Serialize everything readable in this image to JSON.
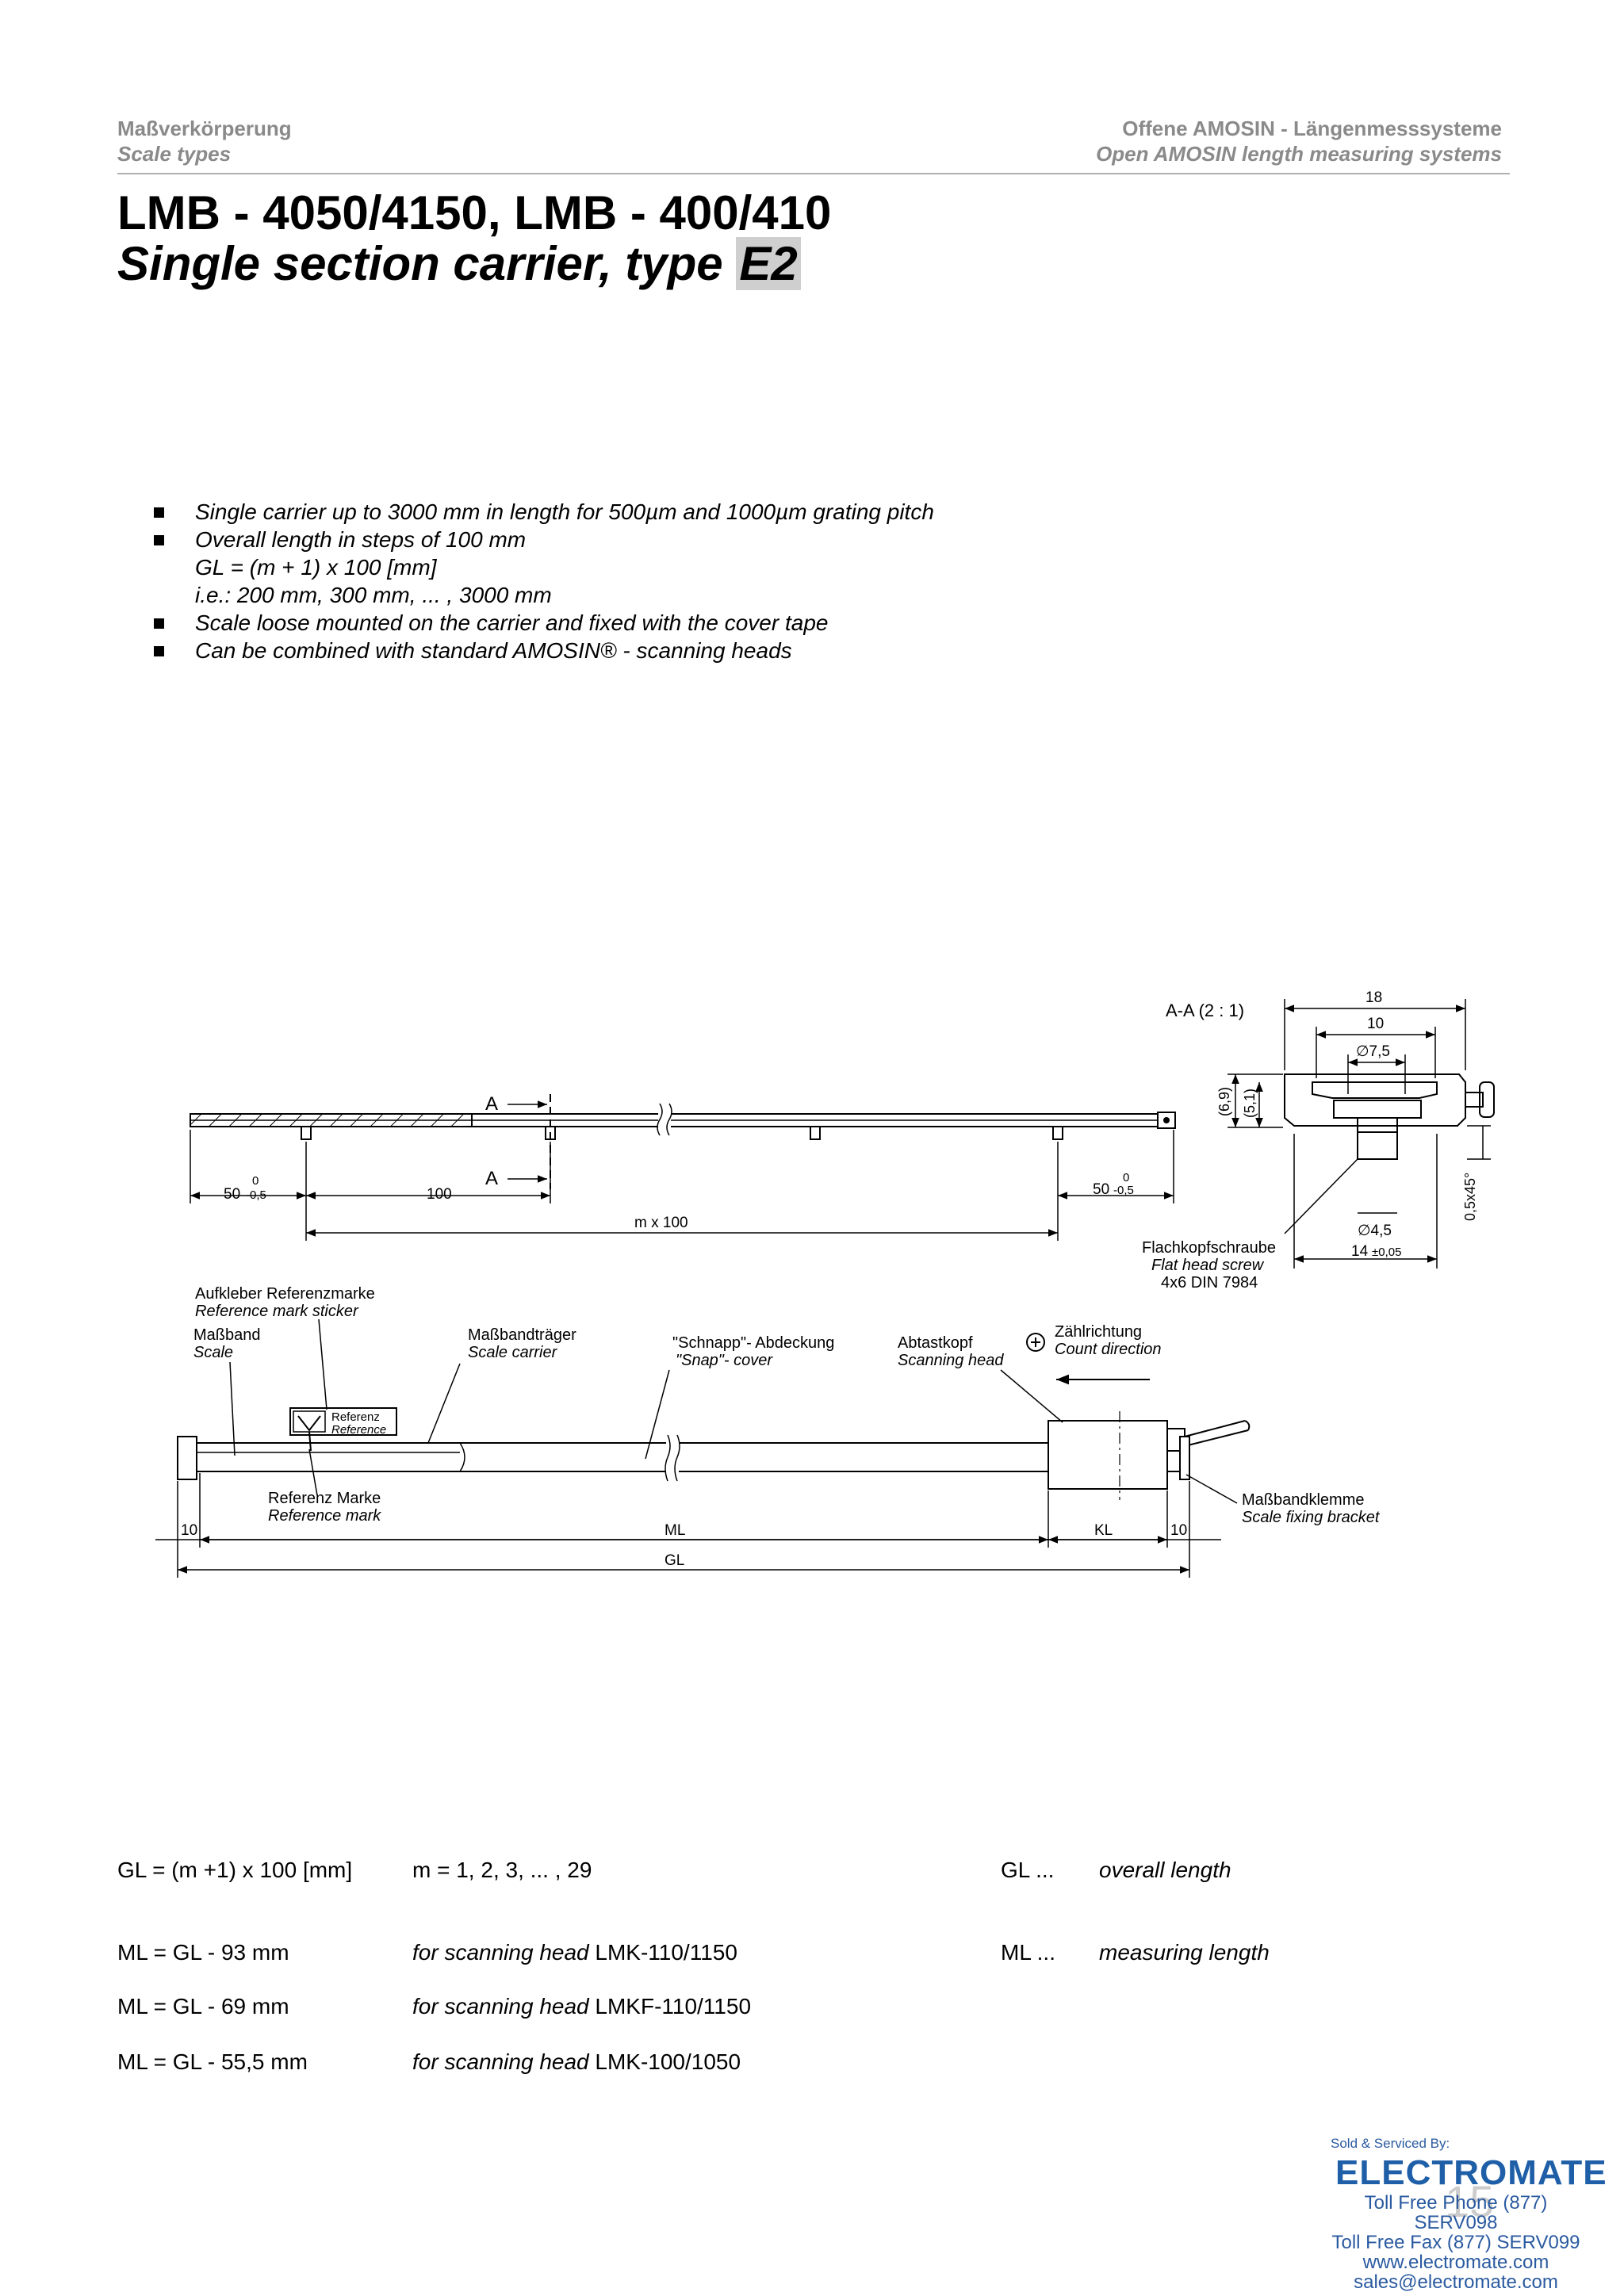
{
  "header": {
    "left_de": "Maßverkörperung",
    "left_en": "Scale types",
    "right_de": "Offene AMOSIN - Längenmesssysteme",
    "right_en": "Open AMOSIN length measuring systems"
  },
  "title": {
    "line1": "LMB - 4050/4150, LMB - 400/410",
    "line2_prefix": "Single section carrier, type ",
    "line2_type": "E2"
  },
  "bullets": [
    "Single carrier up to 3000 mm in length for 500µm and 1000µm grating pitch",
    "Overall length in steps of 100 mm",
    "GL = (m + 1) x 100 [mm]",
    "i.e.: 200 mm, 300 mm, ... , 3000 mm",
    "Scale loose mounted on the carrier and fixed with the cover tape",
    "Can be combined with standard AMOSIN® - scanning heads"
  ],
  "drawing": {
    "section_label": "A-A  (2 : 1)",
    "section_mark": "A",
    "dim_18": "18",
    "dim_10": "10",
    "dim_d75": "∅7,5",
    "dim_69": "(6,9)",
    "dim_51": "(5,1)",
    "dim_chamfer": "0,5x45°",
    "dim_d45": "∅4,5",
    "dim_14": "14",
    "dim_14_tol": "±0,05",
    "dim_50": "50",
    "tol_0": "0",
    "tol_neg": "-0,5",
    "dim_100": "100",
    "dim_mx100": "m x 100",
    "screw_de": "Flachkopfschraube",
    "screw_en": "Flat head screw",
    "screw_spec": "4x6 DIN 7984",
    "sticker_de": "Aufkleber Referenzmarke",
    "sticker_en": "Reference mark sticker",
    "scale_de": "Maßband",
    "scale_en": "Scale",
    "carrier_de": "Maßbandträger",
    "carrier_en": "Scale carrier",
    "cover_de": "\"Schnapp\"- Abdeckung",
    "cover_en": "\"Snap\"- cover",
    "head_de": "Abtastkopf",
    "head_en": "Scanning head",
    "count_de": "Zählrichtung",
    "count_en": "Count direction",
    "ref_de": "Referenz",
    "ref_en": "Reference",
    "refmark_de": "Referenz Marke",
    "refmark_en": "Reference mark",
    "bracket_de": "Maßbandklemme",
    "bracket_en": "Scale fixing bracket",
    "dim_ml": "ML",
    "dim_kl": "KL",
    "dim_gl": "GL"
  },
  "formulas": [
    {
      "left": "GL = (m +1) x 100  [mm]",
      "mid_italic": "",
      "mid": "m = 1, 2, 3, ... , 29",
      "abbr": "GL  ...",
      "desc": "overall length"
    },
    {
      "left": "ML = GL - 93 mm",
      "mid_italic": "for scanning head",
      "mid": " LMK-110/1150",
      "abbr": "ML  ...",
      "desc": "measuring length"
    },
    {
      "left": "ML = GL - 69 mm",
      "mid_italic": "for scanning head",
      "mid": " LMKF-110/1150",
      "abbr": "",
      "desc": ""
    },
    {
      "left": "ML = GL - 55,5 mm",
      "mid_italic": "for scanning head",
      "mid": " LMK-100/1050",
      "abbr": "",
      "desc": ""
    }
  ],
  "footer": {
    "sold": "Sold & Serviced By:",
    "brand": "ELECTROMATE",
    "phone": "Toll Free Phone  (877) SERV098",
    "fax": "Toll Free Fax  (877) SERV099",
    "web": "www.electromate.com",
    "email": "sales@electromate.com",
    "page_number": "15"
  }
}
